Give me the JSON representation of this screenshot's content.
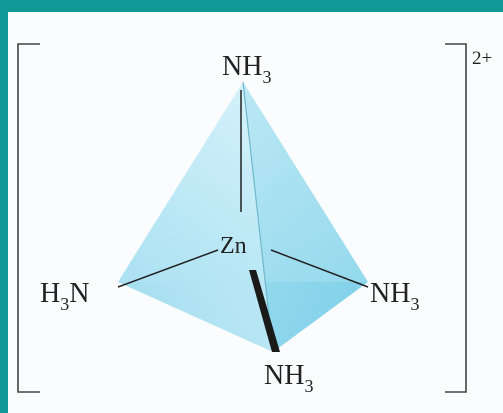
{
  "diagram": {
    "center_atom": "Zn",
    "ligands": [
      {
        "main": "NH",
        "sub": "3",
        "position": "top"
      },
      {
        "prefix": "H",
        "sub": "3",
        "main": "N",
        "position": "left"
      },
      {
        "main": "NH",
        "sub": "3",
        "position": "right"
      },
      {
        "main": "NH",
        "sub": "3",
        "position": "bottom"
      }
    ],
    "charge": "2+"
  },
  "colors": {
    "frame": "#0f9a98",
    "tetrahedron_light": "#d6f3fb",
    "tetrahedron_dark": "#7fd3ea",
    "bond_line": "#222222",
    "bracket": "#444444"
  }
}
